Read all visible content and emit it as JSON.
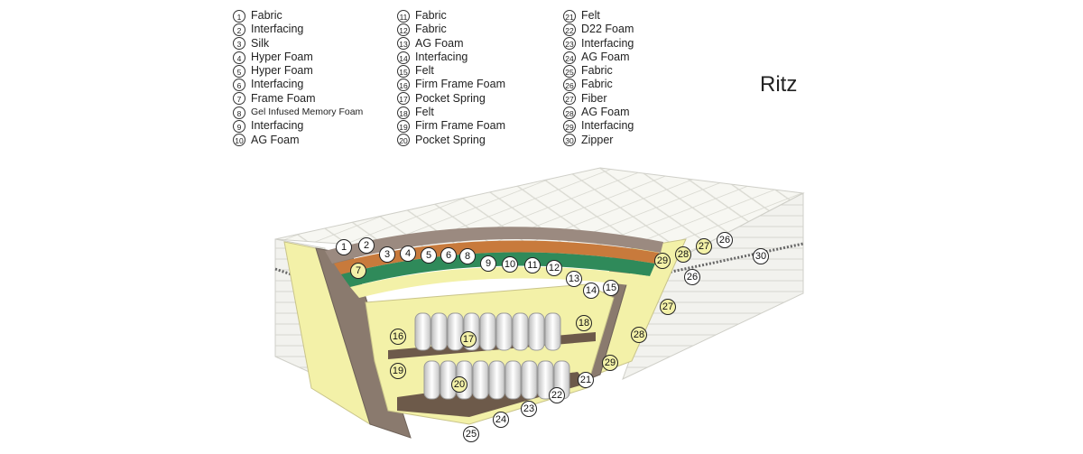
{
  "title": "Ritz",
  "legend": {
    "col1": [
      {
        "n": "1",
        "label": "Fabric"
      },
      {
        "n": "2",
        "label": "Interfacing"
      },
      {
        "n": "3",
        "label": "Silk"
      },
      {
        "n": "4",
        "label": "Hyper Foam"
      },
      {
        "n": "5",
        "label": "Hyper Foam"
      },
      {
        "n": "6",
        "label": "Interfacing"
      },
      {
        "n": "7",
        "label": "Frame Foam"
      },
      {
        "n": "8",
        "label": "Gel Infused Memory Foam"
      },
      {
        "n": "9",
        "label": "Interfacing"
      },
      {
        "n": "10",
        "label": "AG Foam"
      }
    ],
    "col2": [
      {
        "n": "11",
        "label": "Fabric"
      },
      {
        "n": "12",
        "label": "Fabric"
      },
      {
        "n": "13",
        "label": "AG Foam"
      },
      {
        "n": "14",
        "label": "Interfacing"
      },
      {
        "n": "15",
        "label": "Felt"
      },
      {
        "n": "16",
        "label": "Firm Frame Foam"
      },
      {
        "n": "17",
        "label": "Pocket Spring"
      },
      {
        "n": "18",
        "label": "Felt"
      },
      {
        "n": "19",
        "label": "Firm Frame Foam"
      },
      {
        "n": "20",
        "label": "Pocket Spring"
      }
    ],
    "col3": [
      {
        "n": "21",
        "label": "Felt"
      },
      {
        "n": "22",
        "label": "D22 Foam"
      },
      {
        "n": "23",
        "label": "Interfacing"
      },
      {
        "n": "24",
        "label": "AG Foam"
      },
      {
        "n": "25",
        "label": "Fabric"
      },
      {
        "n": "26",
        "label": "Fabric"
      },
      {
        "n": "27",
        "label": "Fiber"
      },
      {
        "n": "28",
        "label": "AG Foam"
      },
      {
        "n": "29",
        "label": "Interfacing"
      },
      {
        "n": "30",
        "label": "Zipper"
      }
    ]
  },
  "callouts": [
    "1",
    "2",
    "3",
    "4",
    "5",
    "6",
    "7",
    "8",
    "9",
    "10",
    "11",
    "12",
    "13",
    "14",
    "15",
    "16",
    "17",
    "18",
    "19",
    "20",
    "21",
    "22",
    "23",
    "24",
    "25",
    "26",
    "27",
    "28",
    "29",
    "30"
  ]
}
